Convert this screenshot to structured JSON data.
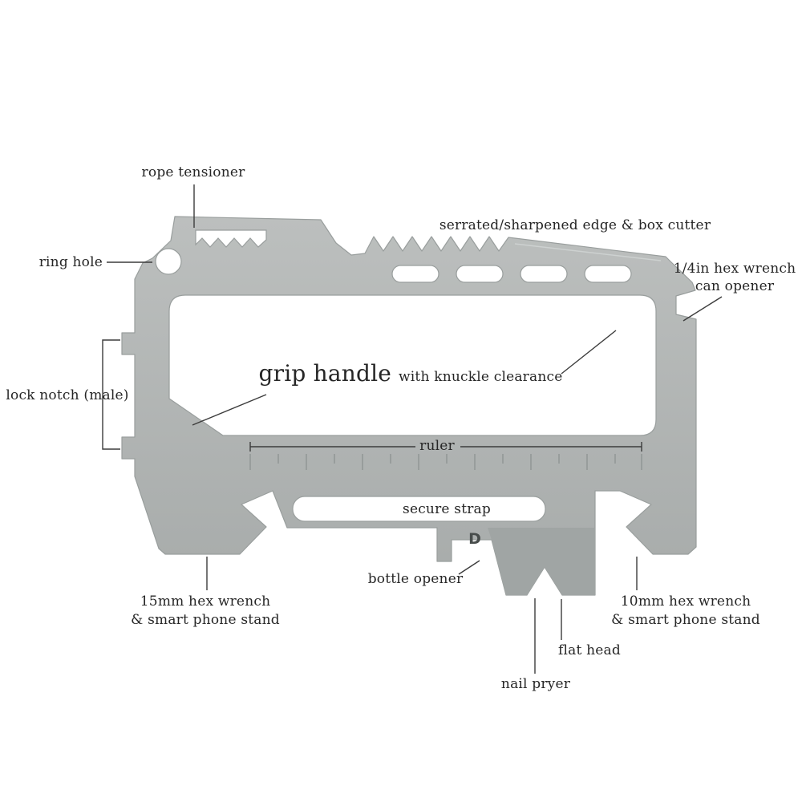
{
  "diagram": {
    "labels": {
      "rope_tensioner": "rope tensioner",
      "ring_hole": "ring hole",
      "serrated_edge": "serrated/sharpened edge & box cutter",
      "quarter_hex_line1": "1/4in hex wrench",
      "quarter_hex_line2": "can opener",
      "lock_notch": "lock notch (male)",
      "grip_handle": "grip handle",
      "grip_handle_suffix": "with knuckle clearance",
      "ruler": "ruler",
      "secure_strap": "secure strap",
      "bottle_opener": "bottle opener",
      "hex15_line1": "15mm hex wrench",
      "hex15_line2": "& smart phone stand",
      "hex10_line1": "10mm hex wrench",
      "hex10_line2": "& smart phone stand",
      "flat_head": "flat head",
      "nail_pryer": "nail pryer"
    },
    "logo": "D",
    "colors": {
      "tool_light": "#bcbfbe",
      "tool_dark": "#a7abaa",
      "tool_block": "#a0a5a4",
      "edge": "#999e9d",
      "leader_line": "#3c3c3c",
      "text": "#262626"
    }
  }
}
